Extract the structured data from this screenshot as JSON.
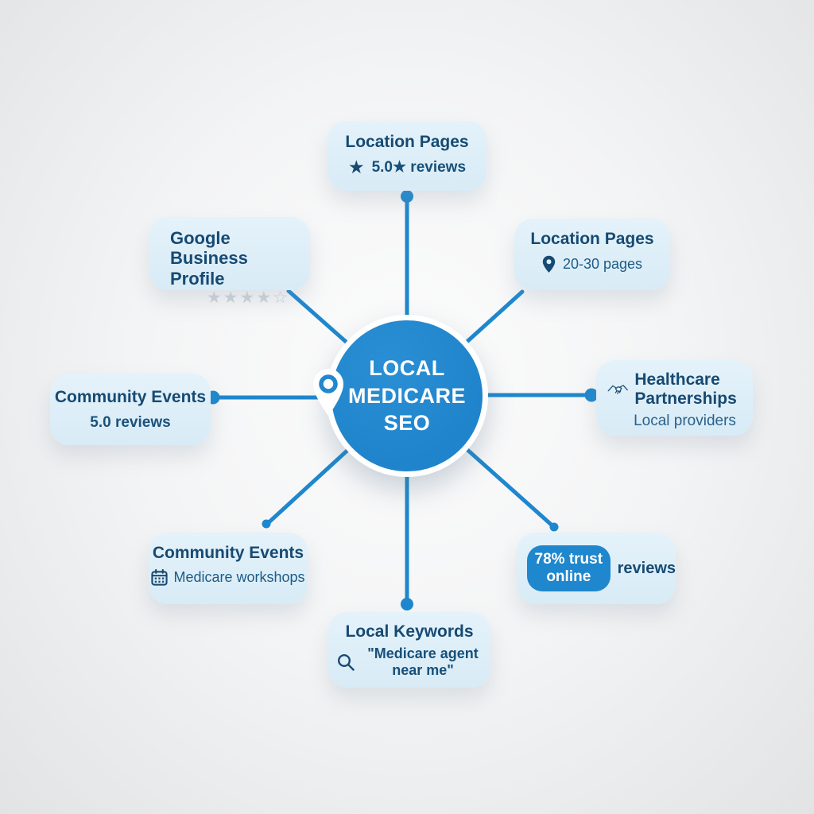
{
  "center": {
    "lines": [
      "LOCAL",
      "MEDICARE",
      "SEO"
    ]
  },
  "icons": {
    "star": "★"
  },
  "nodes": {
    "location_pages_top": {
      "title": "Location Pages",
      "subtitle": "5.0★ reviews"
    },
    "google_business_profile": {
      "title": "Google Business Profile",
      "rating": "★★★★☆"
    },
    "location_pages_right": {
      "title": "Location Pages",
      "subtitle": "20-30 pages"
    },
    "community_events_left": {
      "title": "Community Events",
      "subtitle": "5.0 reviews"
    },
    "healthcare_partnerships": {
      "title": "Healthcare Partnerships",
      "subtitle": "Local providers"
    },
    "community_events_bottom": {
      "title": "Community Events",
      "subtitle": "Medicare workshops"
    },
    "trust_reviews": {
      "badge": "78% trust online",
      "subtitle": "reviews"
    },
    "local_keywords": {
      "title": "Local Keywords",
      "subtitle": "\"Medicare agent near me\""
    }
  },
  "colors": {
    "connector_blue": "#1e87cd",
    "hub_blue": "#2187ce",
    "card_bg": "#ddeef7",
    "title_navy": "#164a72",
    "subtitle_navy": "#1d5c86",
    "muted_star_gray": "#c4ccd3",
    "badge_bg": "#1e87cd",
    "badge_text": "#ffffff"
  }
}
